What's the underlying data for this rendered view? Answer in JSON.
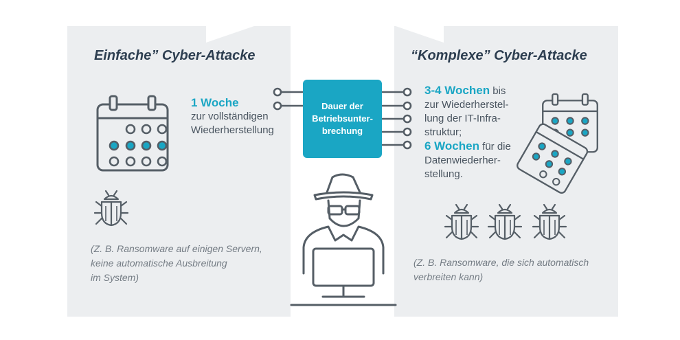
{
  "left": {
    "title": "Einfache” Cyber-Attacke",
    "duration": "1 Woche",
    "description_line1": "zur vollständigen",
    "description_line2": "Wiederherstellung",
    "note_line1": "(Z. B. Ransomware auf einigen Servern,",
    "note_line2": "keine automatische Ausbreitung",
    "note_line3": "im System)"
  },
  "center": {
    "label_line1": "Dauer der",
    "label_line2": "Betriebsunter-",
    "label_line3": "brechung"
  },
  "right": {
    "title": "“Komplexe” Cyber-Attacke",
    "duration1": "3-4 Wochen",
    "text1_a": " bis",
    "text1_b": "zur Wiederherstel-",
    "text1_c": "lung der IT-Infra-",
    "text1_d": "struktur;",
    "duration2": "6 Wochen",
    "text2_a": " für die",
    "text2_b": "Datenwiederher-",
    "text2_c": "stellung.",
    "note_line1": "(Z. B. Ransomware, die sich automatisch",
    "note_line2": "verbreiten kann)"
  },
  "colors": {
    "accent": "#1aa6c4",
    "icon_stroke": "#555e66",
    "panel": "#eceef0",
    "title": "#2d3e50"
  },
  "icons": [
    "calendar-icon",
    "bug-icon",
    "hacker-icon",
    "circuit-connector-icon"
  ]
}
